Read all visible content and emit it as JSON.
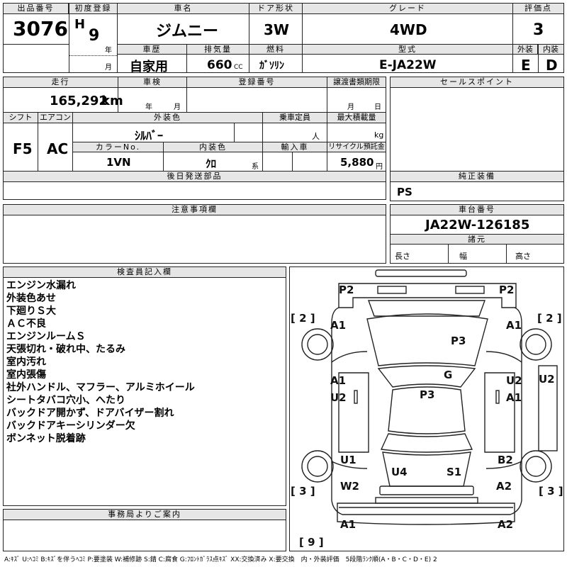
{
  "header_labels": {
    "lot_no": "出品番号",
    "first_reg": "初度登録",
    "car_name": "車名",
    "door": "ドア形状",
    "grade": "グレード",
    "score": "評価点",
    "history": "車歴",
    "displacement": "排気量",
    "fuel": "燃料",
    "model_code": "型式",
    "exterior": "外装",
    "interior": "内装",
    "year_suffix": "年",
    "month_suffix": "月"
  },
  "lot_number": "3076",
  "first_registration": {
    "era": "H",
    "year": "9"
  },
  "car_name": "ジムニー",
  "door_type": "3W",
  "grade": "4WD",
  "score": "3",
  "history": "自家用",
  "displacement": "660",
  "displacement_unit": "CC",
  "fuel": "ｶﾞｿﾘﾝ",
  "model_code": "E-JA22W",
  "exterior_grade": "E",
  "interior_grade": "D",
  "row2_labels": {
    "mileage": "走行",
    "inspection": "車検",
    "reg_no": "登録番号",
    "transfer": "譲渡書類期限",
    "sales_point": "セールスポイント",
    "shift": "シフト",
    "aircon": "エアコン",
    "color": "外装色",
    "capacity": "乗車定員",
    "max_load": "最大積載量",
    "color_no": "カラーNo.",
    "interior_color": "内装色",
    "import": "輸入車",
    "recycle": "リサイクル預託金",
    "later_parts": "後日発送部品",
    "equipment": "純正装備",
    "notes": "注意事項欄",
    "chassis": "車台番号",
    "specs": "諸元",
    "inspector": "検査員記入欄",
    "office": "事務局よりご案内"
  },
  "mileage": "165,292",
  "mileage_unit": "km",
  "inspection_units": {
    "year": "年",
    "month": "月"
  },
  "transfer_units": {
    "month": "月",
    "day": "日"
  },
  "shift": "F5",
  "aircon": "AC",
  "color": "ｼﾙﾊﾞｰ",
  "capacity_unit": "人",
  "load_unit": "kg",
  "color_no": "1VN",
  "interior_color": "ｸﾛ",
  "interior_color_suffix": "系",
  "recycle_fee": "5,880",
  "recycle_unit": "円",
  "equipment": "PS",
  "chassis_number": "JA22W-126185",
  "spec_labels": {
    "length": "長さ",
    "width": "幅",
    "height": "高さ"
  },
  "inspector_remarks": [
    "エンジン水漏れ",
    "外装色あせ",
    "下廻りＳ大",
    "ＡＣ不良",
    "エンジンルームＳ",
    "天張切れ・破れ中、たるみ",
    "室内汚れ",
    "室内張傷",
    "社外ハンドル、マフラー、アルミホイール",
    "シートタバコ穴小、へたり",
    "バックドア開かず、ドアバイザー割れ",
    "バックドアキーシリンダー欠",
    "ボンネット脱着跡"
  ],
  "diagram_marks": {
    "front_left_top": "P2",
    "front_right_top": "P2",
    "tire_fl": "[ 2 ]",
    "tire_fr": "[ 2 ]",
    "fender_fl": "A1",
    "fender_fr": "A1",
    "hood": "P3",
    "roof": "G",
    "roof_center": "P3",
    "door_l_a": "A1",
    "door_l_u": "U2",
    "door_r_u": "U2",
    "door_r_a": "A1",
    "side_r": "U2",
    "rear_l_u1": "U1",
    "rear_r_b2": "B2",
    "rear_c_u4": "U4",
    "rear_c_s1": "S1",
    "rear_l_w2": "W2",
    "rear_r_a2": "A2",
    "tire_rl": "[ 3 ]",
    "tire_rr": "[ 3 ]",
    "bumper_l": "A1",
    "bumper_r": "A2",
    "spare": "[ 9 ]"
  },
  "legend": "A:ｷｽﾞ U:ﾍｺﾐ B:ｷｽﾞを伴うﾍｺﾐ P:要塗装 W:補修跡 S:錆 C:腐食 G:ﾌﾛﾝﾄｶﾞﾗｽ点ｷｽﾞ XX:交換済み X:要交換　内・外装評価　5段階ﾗﾝｸ順(A・B・C・D・E) 2"
}
